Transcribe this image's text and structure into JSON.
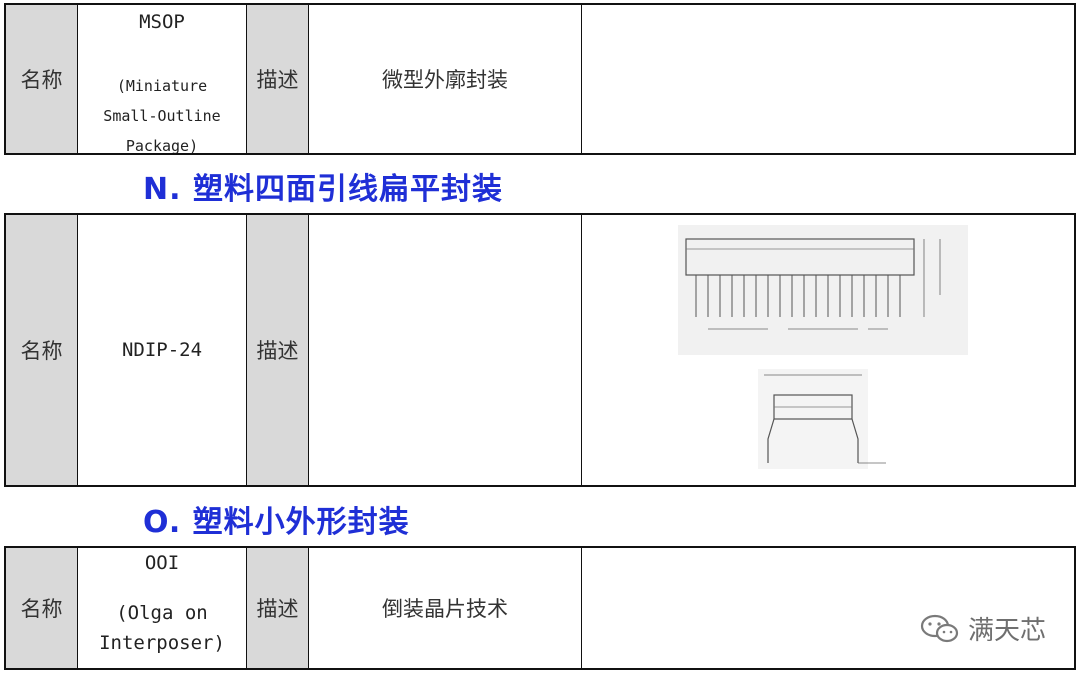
{
  "row_msop": {
    "name_label": "名称",
    "name_value_top": "MSOP",
    "name_value_sub": [
      "(Miniature",
      "Small-Outline",
      "Package)"
    ],
    "desc_label": "描述",
    "desc_value": "微型外廓封装"
  },
  "section_n": {
    "title": "N. 塑料四面引线扁平封装"
  },
  "row_ndip": {
    "name_label": "名称",
    "name_value": "NDIP-24",
    "desc_label": "描述",
    "desc_value": ""
  },
  "section_o": {
    "title": "O. 塑料小外形封装"
  },
  "row_ooi": {
    "name_label": "名称",
    "name_value_top": "OOI",
    "name_value_sub": [
      "(Olga on",
      "Interposer)"
    ],
    "desc_label": "描述",
    "desc_value": "倒装晶片技术"
  },
  "watermark": {
    "text": "满天芯",
    "icon": "wechat-icon"
  },
  "colors": {
    "section_title": "#1f2fd6",
    "label_bg": "#d9d9d9",
    "border": "#111111"
  }
}
